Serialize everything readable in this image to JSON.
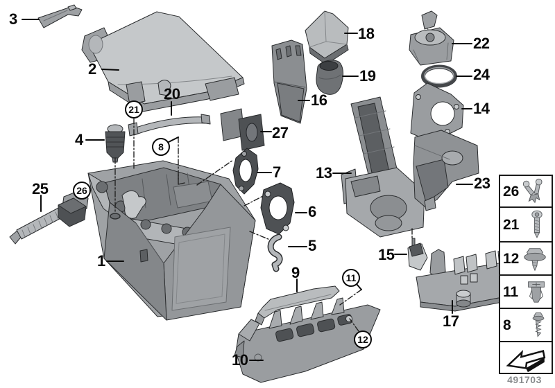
{
  "figure_number": "491703",
  "callouts": [
    {
      "id": "3",
      "circled": false
    },
    {
      "id": "2",
      "circled": false
    },
    {
      "id": "20",
      "circled": false
    },
    {
      "id": "21",
      "circled": true
    },
    {
      "id": "4",
      "circled": false
    },
    {
      "id": "8",
      "circled": true
    },
    {
      "id": "27",
      "circled": false
    },
    {
      "id": "18",
      "circled": false
    },
    {
      "id": "19",
      "circled": false
    },
    {
      "id": "16",
      "circled": false
    },
    {
      "id": "22",
      "circled": false
    },
    {
      "id": "24",
      "circled": false
    },
    {
      "id": "14",
      "circled": false
    },
    {
      "id": "13",
      "circled": false
    },
    {
      "id": "23",
      "circled": false
    },
    {
      "id": "7",
      "circled": false
    },
    {
      "id": "6",
      "circled": false
    },
    {
      "id": "5",
      "circled": false
    },
    {
      "id": "25",
      "circled": false
    },
    {
      "id": "26",
      "circled": true
    },
    {
      "id": "1",
      "circled": false
    },
    {
      "id": "9",
      "circled": false
    },
    {
      "id": "11",
      "circled": true
    },
    {
      "id": "12",
      "circled": true
    },
    {
      "id": "10",
      "circled": false
    },
    {
      "id": "15",
      "circled": false
    },
    {
      "id": "17",
      "circled": false
    }
  ],
  "legend": {
    "items": [
      {
        "id": "26",
        "icon": "double-clip-icon"
      },
      {
        "id": "21",
        "icon": "long-screw-icon"
      },
      {
        "id": "12",
        "icon": "washer-screw-icon"
      },
      {
        "id": "11",
        "icon": "expansion-rivet-icon"
      },
      {
        "id": "8",
        "icon": "self-tapping-screw-icon"
      }
    ],
    "footer_icon": "direction-arrow-icon"
  },
  "colors": {
    "line": "#2b2d2f",
    "gray_light": "#c8cbcd",
    "gray": "#b4b7ba",
    "gray_mid": "#9ea1a4",
    "gray_mid2": "#8e9194",
    "gray_dark": "#73767a",
    "gray_darker": "#515457",
    "gray_darkest": "#3c3f42"
  }
}
